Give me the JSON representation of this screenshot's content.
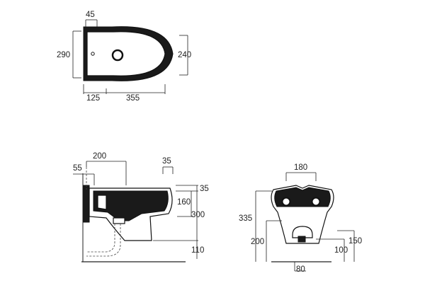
{
  "top_view": {
    "dims": {
      "hole_offset": "45",
      "outer_depth": "290",
      "inner_depth": "240",
      "wall_offset": "125",
      "bowl_length": "355"
    }
  },
  "side_view": {
    "dims": {
      "connection_length": "200",
      "wall_gap": "55",
      "rim_thickness": "35",
      "rim_top": "35",
      "bowl_height": "160",
      "total_height": "300",
      "floor_gap": "110"
    }
  },
  "front_view": {
    "dims": {
      "bolt_spacing": "180",
      "total_height": "335",
      "outlet_height": "200",
      "drain_height": "150",
      "drain_offset": "100",
      "drain_width": "80"
    }
  }
}
